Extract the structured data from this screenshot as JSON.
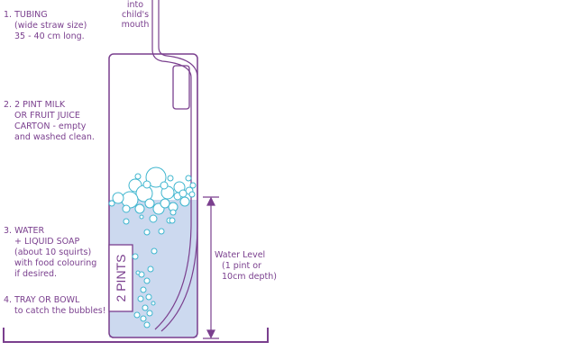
{
  "labels": {
    "mouth": [
      "into",
      "child's",
      "mouth"
    ],
    "tubing": [
      "1. TUBING",
      "(wide straw size)",
      "35 - 40 cm long."
    ],
    "carton": [
      "2. 2 PINT MILK",
      "OR FRUIT JUICE",
      "CARTON - empty",
      "and washed clean."
    ],
    "water": [
      "3. WATER",
      "+ LIQUID SOAP",
      "(about 10 squirts)",
      "with food colouring",
      "if desired."
    ],
    "tray": [
      "4. TRAY OR BOWL",
      "to catch the bubbles!"
    ],
    "carton_print": "2 PINTS",
    "water_level": [
      "Water Level",
      "(1 pint or",
      "10cm depth)"
    ]
  },
  "colors": {
    "outline": "#7a3f8e",
    "water": "#ccd9ef",
    "bubble": "#3fb6cf",
    "text": "#7a3f8e"
  }
}
